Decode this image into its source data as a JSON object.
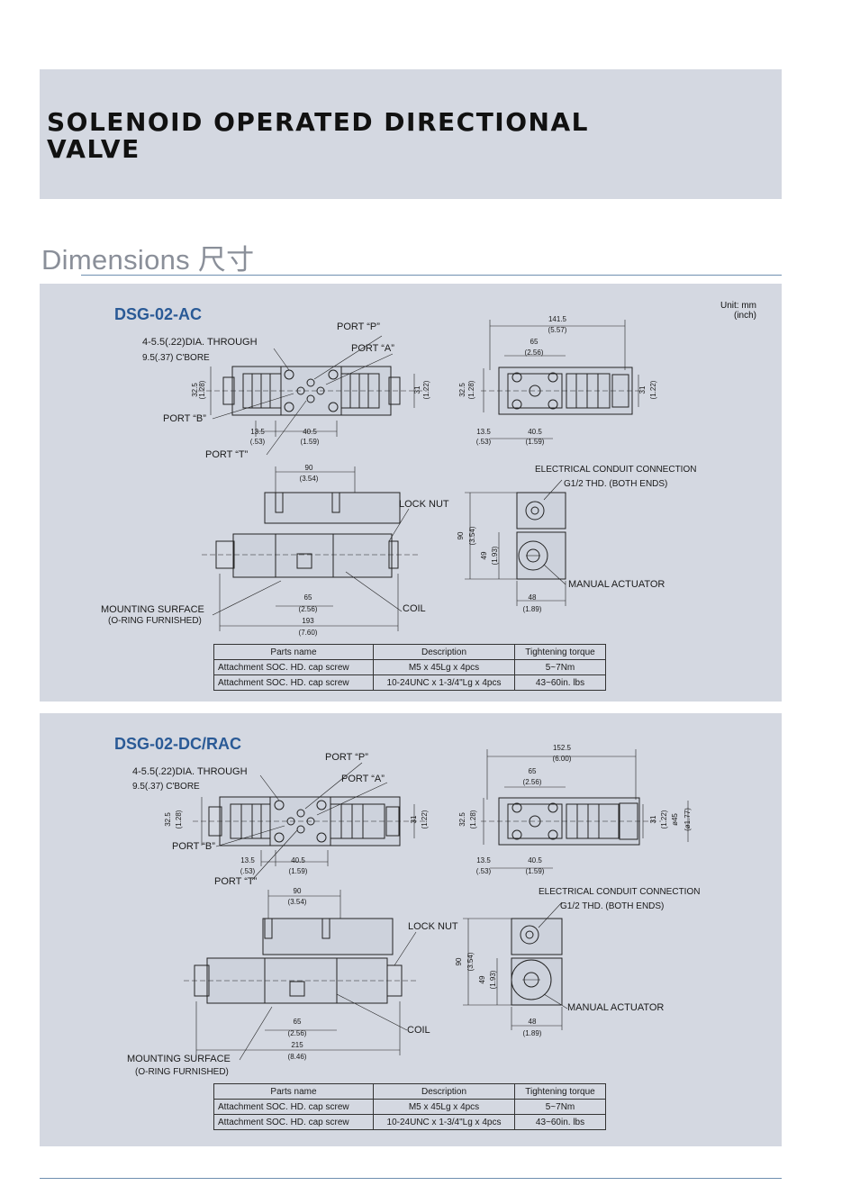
{
  "page": {
    "title_line1": "SOLENOID OPERATED DIRECTIONAL",
    "title_line2": "VALVE",
    "section_heading": "Dimensions 尺寸"
  },
  "panel1": {
    "model": "DSG-02-AC",
    "unit_line1": "Unit: mm",
    "unit_line2": "(inch)",
    "labels": {
      "through": "4-5.5(.22)DIA. THROUGH",
      "cbore": "9.5(.37) C'BORE",
      "port_p": "PORT “P”",
      "port_a": "PORT “A”",
      "port_b": "PORT “B”",
      "port_t": "PORT “T”",
      "lock_nut": "LOCK NUT",
      "coil": "COIL",
      "mounting1": "MOUNTING SURFACE",
      "mounting2": "(O-RING FURNISHED)",
      "conduit1": "ELECTRICAL CONDUIT CONNECTION",
      "conduit2": "G1/2 THD. (BOTH ENDS)",
      "manual": "MANUAL ACTUATOR"
    },
    "dims": {
      "h325": "32.5",
      "h325i": "(1.28)",
      "h31": "31",
      "h31i": "(1.22)",
      "d135": "13.5",
      "d135i": "(.53)",
      "d405": "40.5",
      "d405i": "(1.59)",
      "w_total": "141.5",
      "w_total_i": "(5.57)",
      "w65": "65",
      "w65i": "(2.56)",
      "w90": "90",
      "w90i": "(3.54)",
      "w193": "193",
      "w193i": "(7.60)",
      "h90": "90",
      "h90i": "(3.54)",
      "h49": "49",
      "h49i": "(1.93)",
      "w48": "48",
      "w48i": "(1.89)"
    },
    "table": {
      "headers": [
        "Parts name",
        "Description",
        "Tightening torque"
      ],
      "rows": [
        [
          "Attachment SOC. HD. cap screw",
          "M5 x 45Lg x 4pcs",
          "5~7Nm"
        ],
        [
          "Attachment SOC. HD. cap screw",
          "10-24UNC x 1-3/4\"Lg x 4pcs",
          "43~60in. lbs"
        ]
      ]
    }
  },
  "panel2": {
    "model": "DSG-02-DC/RAC",
    "labels": {
      "through": "4-5.5(.22)DIA. THROUGH",
      "cbore": "9.5(.37) C'BORE",
      "port_p": "PORT “P”",
      "port_a": "PORT “A”",
      "port_b": "PORT “B”",
      "port_t": "PORT “T”",
      "lock_nut": "LOCK NUT",
      "coil": "COIL",
      "mounting1": "MOUNTING SURFACE",
      "mounting2": "(O-RING FURNISHED)",
      "conduit1": "ELECTRICAL CONDUIT CONNECTION",
      "conduit2": "G1/2 THD. (BOTH ENDS)",
      "manual": "MANUAL ACTUATOR"
    },
    "dims": {
      "h325": "32.5",
      "h325i": "(1.28)",
      "h31": "31",
      "h31i": "(1.22)",
      "d135": "13.5",
      "d135i": "(.53)",
      "d405": "40.5",
      "d405i": "(1.59)",
      "w_total": "152.5",
      "w_total_i": "(6.00)",
      "w65": "65",
      "w65i": "(2.56)",
      "w90": "90",
      "w90i": "(3.54)",
      "w215": "215",
      "w215i": "(8.46)",
      "h90": "90",
      "h90i": "(3.54)",
      "h49": "49",
      "h49i": "(1.93)",
      "w48": "48",
      "w48i": "(1.89)",
      "dia45": "ø45",
      "dia45i": "(ø1.77)"
    },
    "table": {
      "headers": [
        "Parts name",
        "Description",
        "Tightening torque"
      ],
      "rows": [
        [
          "Attachment SOC. HD. cap screw",
          "M5 x 45Lg x 4pcs",
          "5~7Nm"
        ],
        [
          "Attachment SOC. HD. cap screw",
          "10-24UNC x 1-3/4\"Lg x 4pcs",
          "43~60in. lbs"
        ]
      ]
    }
  }
}
